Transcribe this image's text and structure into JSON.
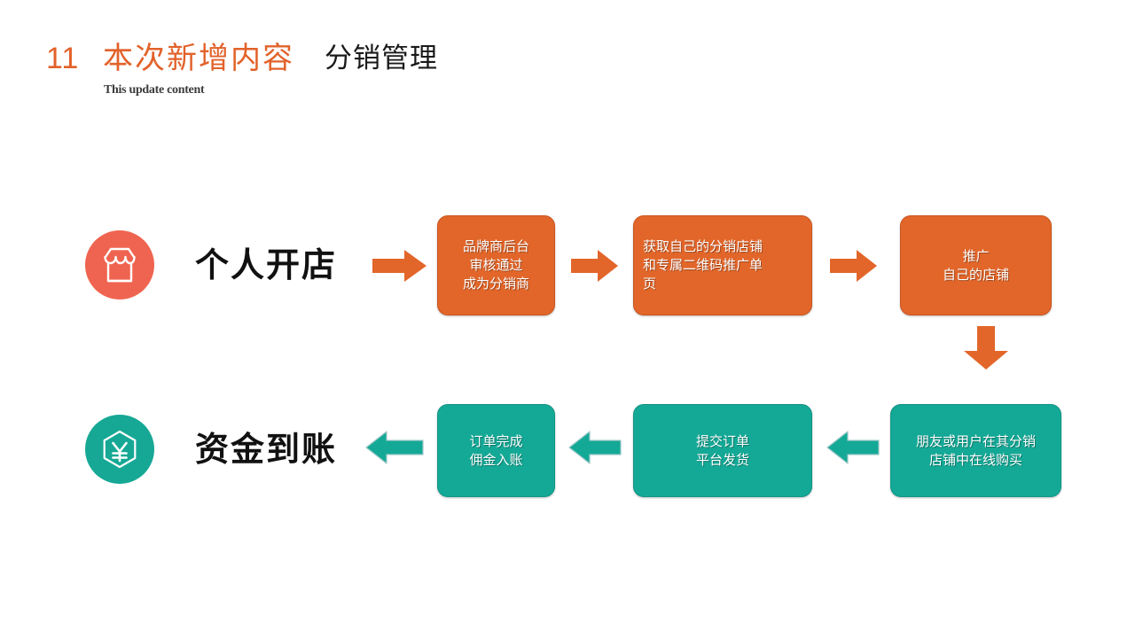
{
  "header": {
    "slide_number": "11",
    "title_cn": "本次新增内容",
    "title_sub": "This update content",
    "section_title": "分销管理"
  },
  "rows": [
    {
      "icon_name": "shop-icon",
      "icon_color": "#EF6450",
      "label": "个人开店",
      "accent": "#E2662A"
    },
    {
      "icon_name": "yuan-hexagon-icon",
      "icon_color": "#16A895",
      "label": "资金到账",
      "accent": "#14A996"
    }
  ],
  "flow": {
    "orange_steps": [
      {
        "text": "品牌商后台\n审核通过\n成为分销商"
      },
      {
        "text": "获取自己的分销店铺\n和专属二维码推广单\n页"
      },
      {
        "text": "推广\n自己的店铺"
      }
    ],
    "teal_steps": [
      {
        "text": "朋友或用户在其分销\n店铺中在线购买"
      },
      {
        "text": "提交订单\n平台发货"
      },
      {
        "text": "订单完成\n佣金入账"
      }
    ]
  },
  "colors": {
    "orange": "#E2662A",
    "orange_title": "#E2622A",
    "orange_icon": "#EF6450",
    "teal": "#14A996",
    "teal_icon": "#16A895",
    "text_dark": "#111111",
    "background": "#FFFFFF"
  }
}
